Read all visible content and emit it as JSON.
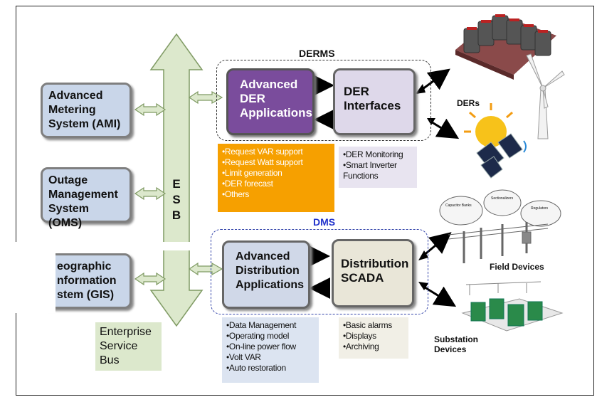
{
  "left_systems": {
    "ami": [
      "Advanced",
      "Metering",
      "System (AMI)"
    ],
    "oms": [
      "Outage",
      "Management",
      "System (OMS)"
    ],
    "gis": [
      "eographic",
      "nformation",
      "stem (GIS)"
    ]
  },
  "esb": {
    "letters": [
      "E",
      "S",
      "B"
    ],
    "caption": [
      "Enterprise",
      "Service",
      "Bus"
    ]
  },
  "derms": {
    "title": "DERMS",
    "apps": [
      "Advanced",
      "DER",
      "Applications"
    ],
    "interfaces": [
      "DER",
      "Interfaces"
    ],
    "app_functions": [
      "Request VAR support",
      "Request Watt support",
      "Limit generation",
      "DER forecast",
      "Others"
    ],
    "interface_functions": [
      "DER Monitoring",
      "Smart Inverter",
      "Functions"
    ]
  },
  "dms": {
    "title": "DMS",
    "apps": [
      "Advanced",
      "Distribution",
      "Applications"
    ],
    "scada": [
      "Distribution",
      "SCADA"
    ],
    "app_functions": [
      "Data Management",
      "Operating model",
      "On-line power flow",
      "Volt VAR",
      "Auto restoration"
    ],
    "scada_functions": [
      "Basic alarms",
      "Displays",
      "Archiving"
    ]
  },
  "devices": {
    "ders": "DERs",
    "field": "Field Devices",
    "substation": [
      "Substation",
      "Devices"
    ],
    "field_sublabels": [
      "Capacitor Banks",
      "Sectionalizers",
      "Regulators"
    ]
  },
  "colors": {
    "esb_green": "#dce8cc",
    "derms_purple": "#7a4c9c",
    "orange": "#f6a000",
    "dms_title": "#2233cc"
  }
}
